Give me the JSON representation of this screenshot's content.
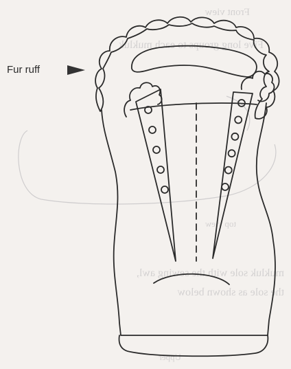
{
  "diagram": {
    "label": "Fur ruff",
    "label_arrow_color": "#333333",
    "ink_color": "#2a2a2a",
    "paper_color": "#f4f1ee",
    "left_eyelet_count": 5,
    "right_eyelet_count": 6
  },
  "bleed_through": {
    "front_view": "Front view",
    "five_line": "Five long groups to each mukluk",
    "top_view": "top view",
    "awl_line_1": "mukluk sole with the sewing awl,",
    "awl_line_2": "the sole as shown below",
    "upper": "Upper"
  }
}
